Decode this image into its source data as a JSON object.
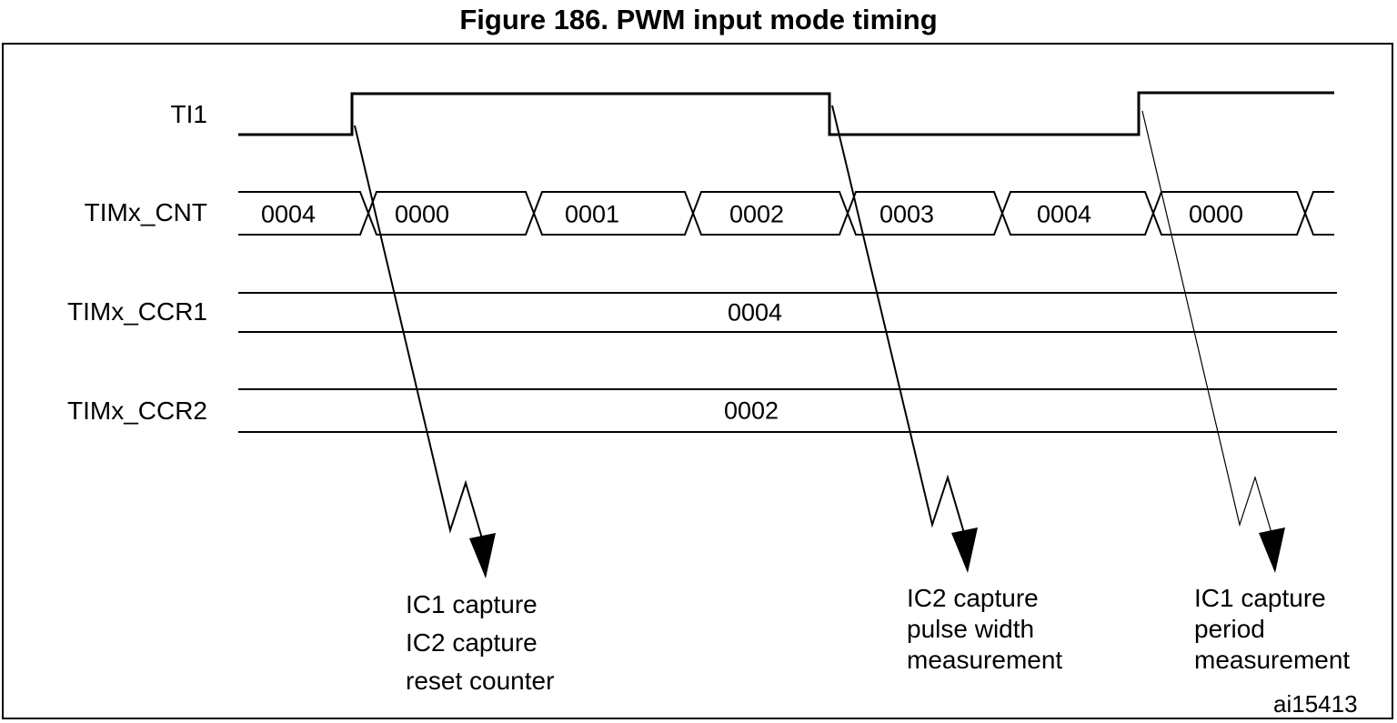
{
  "header": {
    "title": "Figure 186. PWM input mode timing"
  },
  "signals": {
    "ti1": {
      "label": "TI1"
    },
    "cnt": {
      "label": "TIMx_CNT",
      "segments": [
        {
          "value": "0004"
        },
        {
          "value": "0000"
        },
        {
          "value": "0001"
        },
        {
          "value": "0002"
        },
        {
          "value": "0003"
        },
        {
          "value": "0004"
        },
        {
          "value": "0000"
        }
      ]
    },
    "ccr1": {
      "label": "TIMx_CCR1",
      "value": "0004"
    },
    "ccr2": {
      "label": "TIMx_CCR2",
      "value": "0002"
    }
  },
  "annotations": [
    {
      "lines": [
        "IC1 capture",
        "IC2 capture",
        "reset counter"
      ]
    },
    {
      "lines": [
        "IC2 capture",
        "pulse width",
        "measurement"
      ]
    },
    {
      "lines": [
        "IC1 capture",
        "period",
        "measurement"
      ]
    }
  ],
  "figure_id": "ai15413",
  "colors": {
    "line": "#000000",
    "background": "#ffffff"
  }
}
